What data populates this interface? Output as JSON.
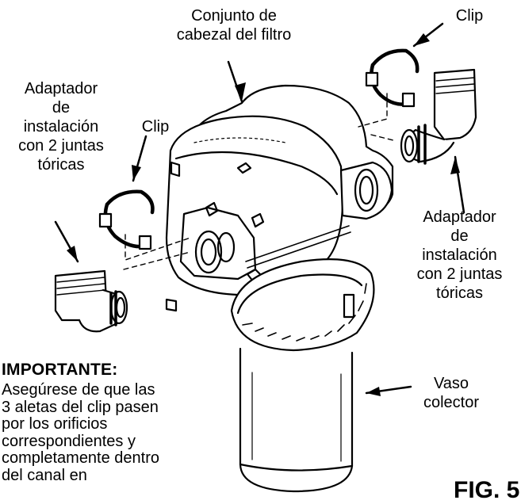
{
  "labels": {
    "head_assembly": "Conjunto de\ncabezal del filtro",
    "clip_right": "Clip",
    "clip_left": "Clip",
    "adapter_left": "Adaptador\nde\ninstalación\ncon 2 juntas\ntóricas",
    "adapter_right": "Adaptador\nde\ninstalación\ncon 2 juntas\ntóricas",
    "bowl": "Vaso\ncolector"
  },
  "important": {
    "title": "IMPORTANTE:",
    "body": "Asegúrese de que las\n3 aletas del clip pasen\npor los orificios\ncorrespondientes y\ncompletamente dentro\ndel canal en"
  },
  "figure": {
    "label": "FIG. 5"
  }
}
